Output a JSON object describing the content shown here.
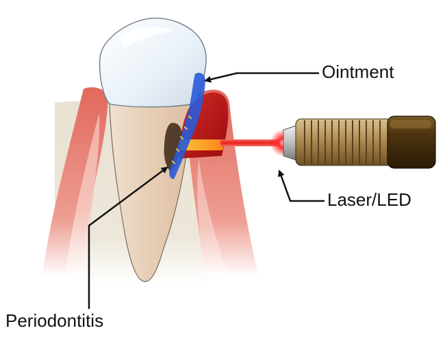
{
  "labels": {
    "ointment": "Ointment",
    "laser_led": "Laser/LED",
    "periodontitis": "Periodontitis"
  },
  "colors": {
    "gum": "#e87a6f",
    "gum_light": "#f6c3bb",
    "bone": "#e6ddcb",
    "root": "#e8d3bd",
    "crown": "#eef4fa",
    "ointment": "#2a5ad8",
    "inflamed_gum": "#c4161c",
    "laser_beam": "#e8221c",
    "device_body": "#4b3411",
    "device_thread": "#c8a978",
    "lesion": "#3a2618"
  },
  "icons": [
    "tooth",
    "gum-tissue",
    "ointment-layer",
    "laser-led-device",
    "laser-beam"
  ]
}
